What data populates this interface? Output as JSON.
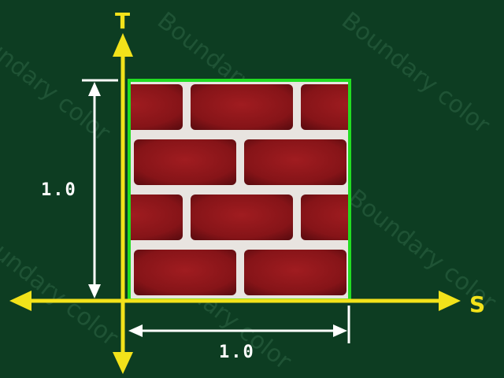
{
  "axes": {
    "horizontal_label": "S",
    "vertical_label": "T"
  },
  "dimensions": {
    "width_label": "1.0",
    "height_label": "1.0"
  },
  "watermark": {
    "text": "Boundary color"
  },
  "colors": {
    "background": "#0d3d22",
    "axis": "#f2e21a",
    "texture_border": "#22dd22",
    "brick": "#8c1418",
    "mortar": "#e8e4e0",
    "dimension_lines": "#ffffff"
  }
}
